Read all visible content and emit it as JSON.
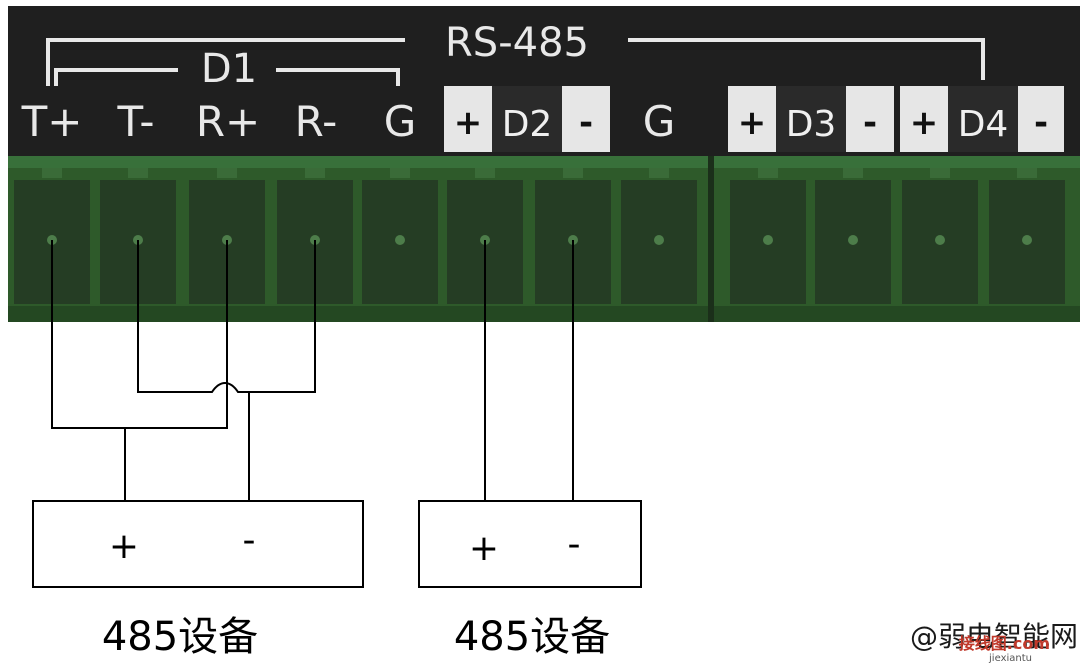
{
  "header": {
    "bus_label": "RS-485",
    "group_d1": "D1",
    "terminals": [
      "T+",
      "T-",
      "R+",
      "R-",
      "G"
    ],
    "group_d2": {
      "plus": "+",
      "label": "D2",
      "minus": "-"
    },
    "ground": "G",
    "group_d3": {
      "plus": "+",
      "label": "D3",
      "minus": "-"
    },
    "group_d4": {
      "plus": "+",
      "label": "D4",
      "minus": "-"
    }
  },
  "devices": [
    {
      "plus": "+",
      "minus": "-",
      "caption": "485设备"
    },
    {
      "plus": "+",
      "minus": "-",
      "caption": "485设备"
    }
  ],
  "watermark": {
    "text": "@弱电智能网",
    "sub": "jiexiantu",
    "logo": "接线图.com"
  },
  "colors": {
    "panel": "#1f1f1f",
    "terminal_block": "#2e5a2a",
    "terminal_cell": "#253d24",
    "label_bg": "#e6e6e6",
    "wire": "#000000"
  }
}
